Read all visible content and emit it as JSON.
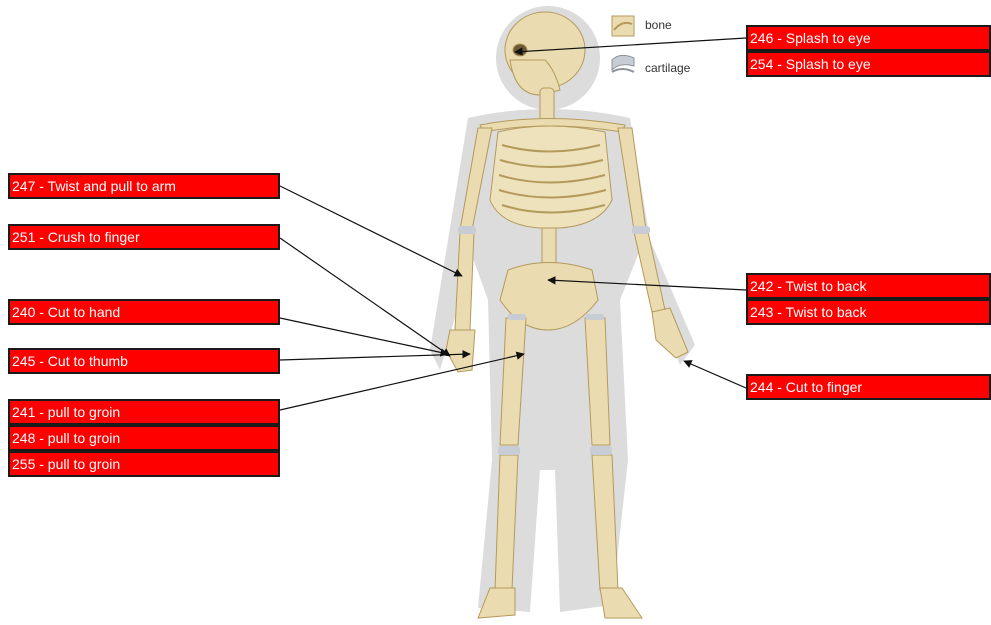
{
  "colors": {
    "label_background": "#ff0000",
    "label_border": "#1a1a1a",
    "label_text": "#ffffff",
    "bone": "#eadcb0",
    "cartilage": "#c8ccd4",
    "body_silhouette": "#dcdcdc"
  },
  "legend": {
    "bone": {
      "label": "bone",
      "icon": "bone-swatch-icon"
    },
    "cartilage": {
      "label": "cartilage",
      "icon": "cartilage-swatch-icon"
    }
  },
  "injury_labels": {
    "eye_1": "246 - Splash to eye",
    "eye_2": "254 - Splash to eye",
    "arm": "247 - Twist and pull to arm",
    "finger_crush": "251 - Crush to finger",
    "hand_cut": "240 - Cut to hand",
    "thumb_cut": "245 - Cut to thumb",
    "groin_1": "241 - pull to groin",
    "groin_2": "248 - pull to groin",
    "groin_3": "255 - pull to groin",
    "back_1": "242 - Twist to back",
    "back_2": "243 - Twist to back",
    "finger_cut": "244 - Cut to finger"
  }
}
